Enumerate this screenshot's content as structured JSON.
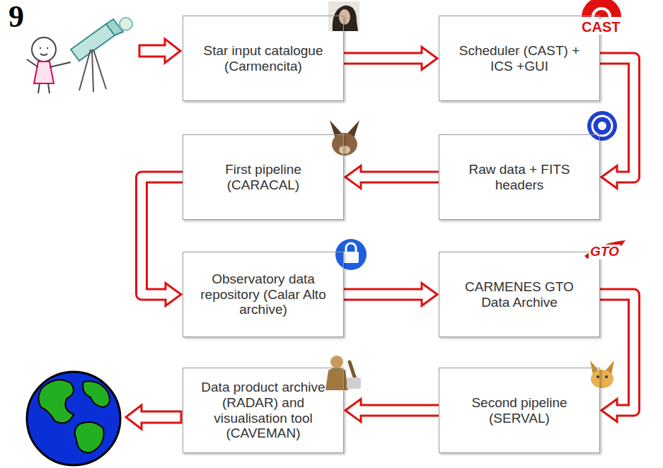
{
  "diagram": {
    "nodes": [
      {
        "text": [
          "Star input catalogue (Carmencita)"
        ]
      },
      {
        "text": [
          "Scheduler (CAST) + ICS +GUI"
        ]
      },
      {
        "text": [
          "Raw data + FITS headers"
        ]
      },
      {
        "text": [
          "First pipeline (CARACAL)"
        ]
      },
      {
        "text": [
          "Observatory data repository (Calar Alto archive)"
        ]
      },
      {
        "text": [
          "CARMENES GTO Data Archive"
        ]
      },
      {
        "text": [
          "Second pipeline (SERVAL)"
        ]
      },
      {
        "text": [
          "Data product archive (RADAR) and visualisation tool (CAVEMAN)"
        ]
      }
    ],
    "edges": [
      {
        "from": 0,
        "to": 1,
        "arrow": "to"
      },
      {
        "from": 1,
        "to": 2,
        "arrow": "to"
      },
      {
        "from": 2,
        "to": 3,
        "arrow": "to"
      },
      {
        "from": 3,
        "to": 4,
        "arrow": "to"
      },
      {
        "from": 4,
        "to": 5,
        "arrow": "to"
      },
      {
        "from": 5,
        "to": 6,
        "arrow": "to"
      },
      {
        "from": 6,
        "to": 7,
        "arrow": "to"
      }
    ],
    "labels": [
      "9",
      "CAST",
      "GTO"
    ]
  }
}
